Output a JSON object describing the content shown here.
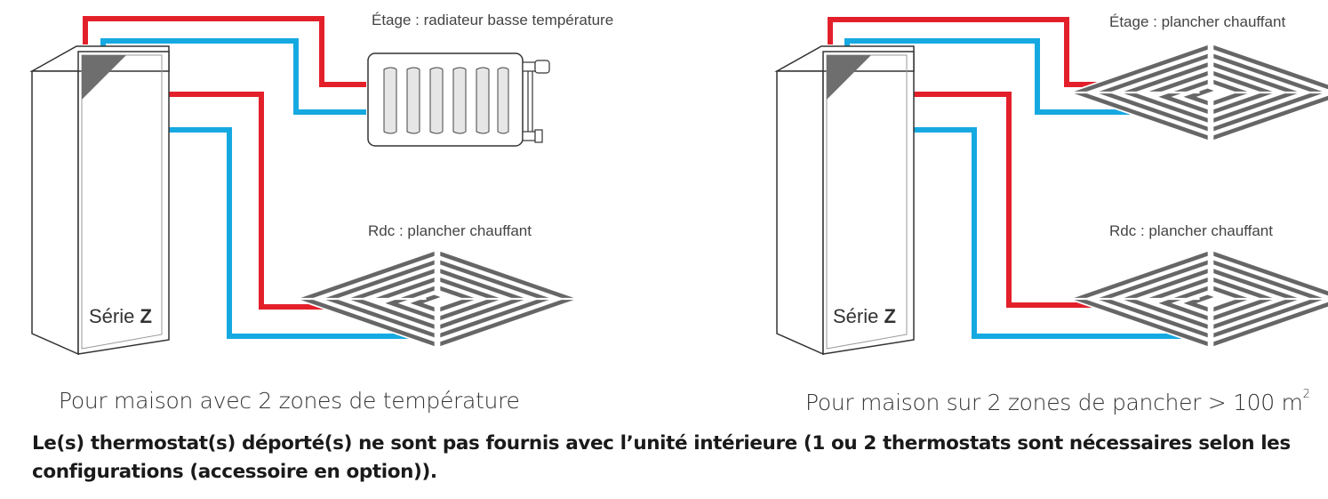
{
  "left_panel": {
    "unit_label": "Série",
    "unit_letter": "Z",
    "upper_label": "Étage : radiateur basse température",
    "lower_label": "Rdc : plancher chauffant",
    "caption": "Pour maison avec 2 zones de température"
  },
  "right_panel": {
    "unit_label": "Série",
    "unit_letter": "Z",
    "upper_label": "Étage : plancher chauffant",
    "lower_label": "Rdc : plancher chauffant",
    "caption": "Pour maison sur 2 zones de pancher > 100 m",
    "caption_sup": "2"
  },
  "note": "Le(s) thermostat(s) déporté(s) ne sont pas fournis avec l’unité intérieure (1 ou 2 thermostats sont nécessaires selon les configurations (accessoire en option)).",
  "colors": {
    "supply_pipe": "#e3202a",
    "return_pipe": "#16a9e1",
    "floor_stripe": "#666666"
  }
}
